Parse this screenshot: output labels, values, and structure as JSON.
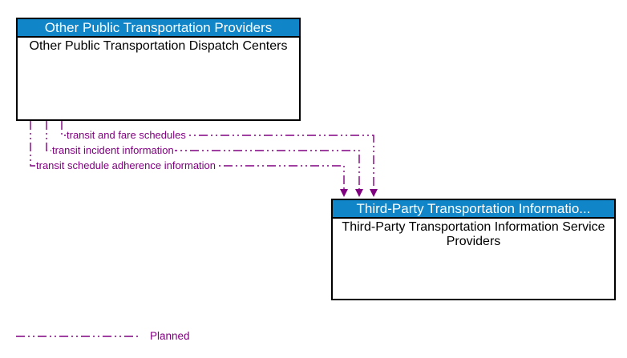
{
  "diagram": {
    "left_box": {
      "header": "Other Public Transportation Providers",
      "body": "Other Public Transportation Dispatch Centers"
    },
    "right_box": {
      "header": "Third-Party Transportation Informatio...",
      "body": "Third-Party Transportation Information Service Providers"
    },
    "flows": [
      {
        "label": "transit and fare schedules",
        "status": "planned",
        "direction": "left-to-right"
      },
      {
        "label": "transit incident information",
        "status": "planned",
        "direction": "left-to-right"
      },
      {
        "label": "transit schedule adherence information",
        "status": "planned",
        "direction": "left-to-right"
      }
    ],
    "legend": {
      "label": "Planned",
      "line_style": "dash-dot-dot"
    },
    "colors": {
      "entity_header_bg": "#1086c9",
      "entity_header_text": "#ffffff",
      "entity_border": "#000000",
      "flow_line": "#810081",
      "background": "#ffffff"
    }
  }
}
